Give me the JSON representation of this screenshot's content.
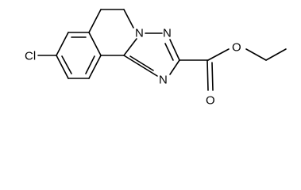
{
  "structure": {
    "atoms": {
      "chlorine": "Cl",
      "nitrogen_bridgehead": "N",
      "nitrogen_triazole_upper": "N",
      "nitrogen_triazole_lower": "N",
      "oxygen_ester": "O",
      "oxygen_carbonyl": "O"
    },
    "colors": {
      "bond": "#000000",
      "label": "#000000",
      "background": "#ffffff"
    }
  }
}
